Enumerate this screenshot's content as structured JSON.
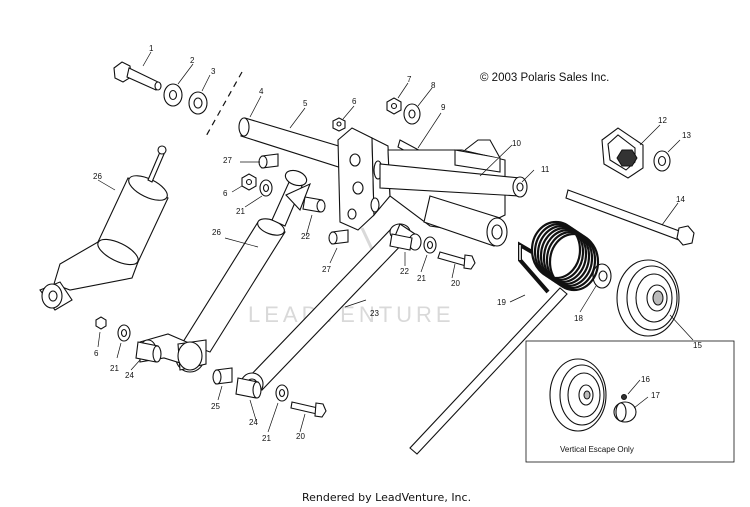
{
  "copyright": "© 2003 Polaris Sales Inc.",
  "watermark": "LEADVENTURE",
  "footer": "Rendered by LeadVenture, Inc.",
  "inset_caption": "Vertical Escape Only",
  "callouts": {
    "c1": "1",
    "c2": "2",
    "c3": "3",
    "c4": "4",
    "c5": "5",
    "c6a": "6",
    "c6b": "6",
    "c6c": "6",
    "c7": "7",
    "c8": "8",
    "c9": "9",
    "c10": "10",
    "c11": "11",
    "c12": "12",
    "c13": "13",
    "c14": "14",
    "c15": "15",
    "c16": "16",
    "c17": "17",
    "c18": "18",
    "c19": "19",
    "c20a": "20",
    "c20b": "20",
    "c21a": "21",
    "c21b": "21",
    "c21c": "21",
    "c21d": "21",
    "c22a": "22",
    "c22b": "22",
    "c23": "23",
    "c24a": "24",
    "c24b": "24",
    "c25": "25",
    "c26a": "26",
    "c26b": "26",
    "c27a": "27",
    "c27b": "27"
  }
}
